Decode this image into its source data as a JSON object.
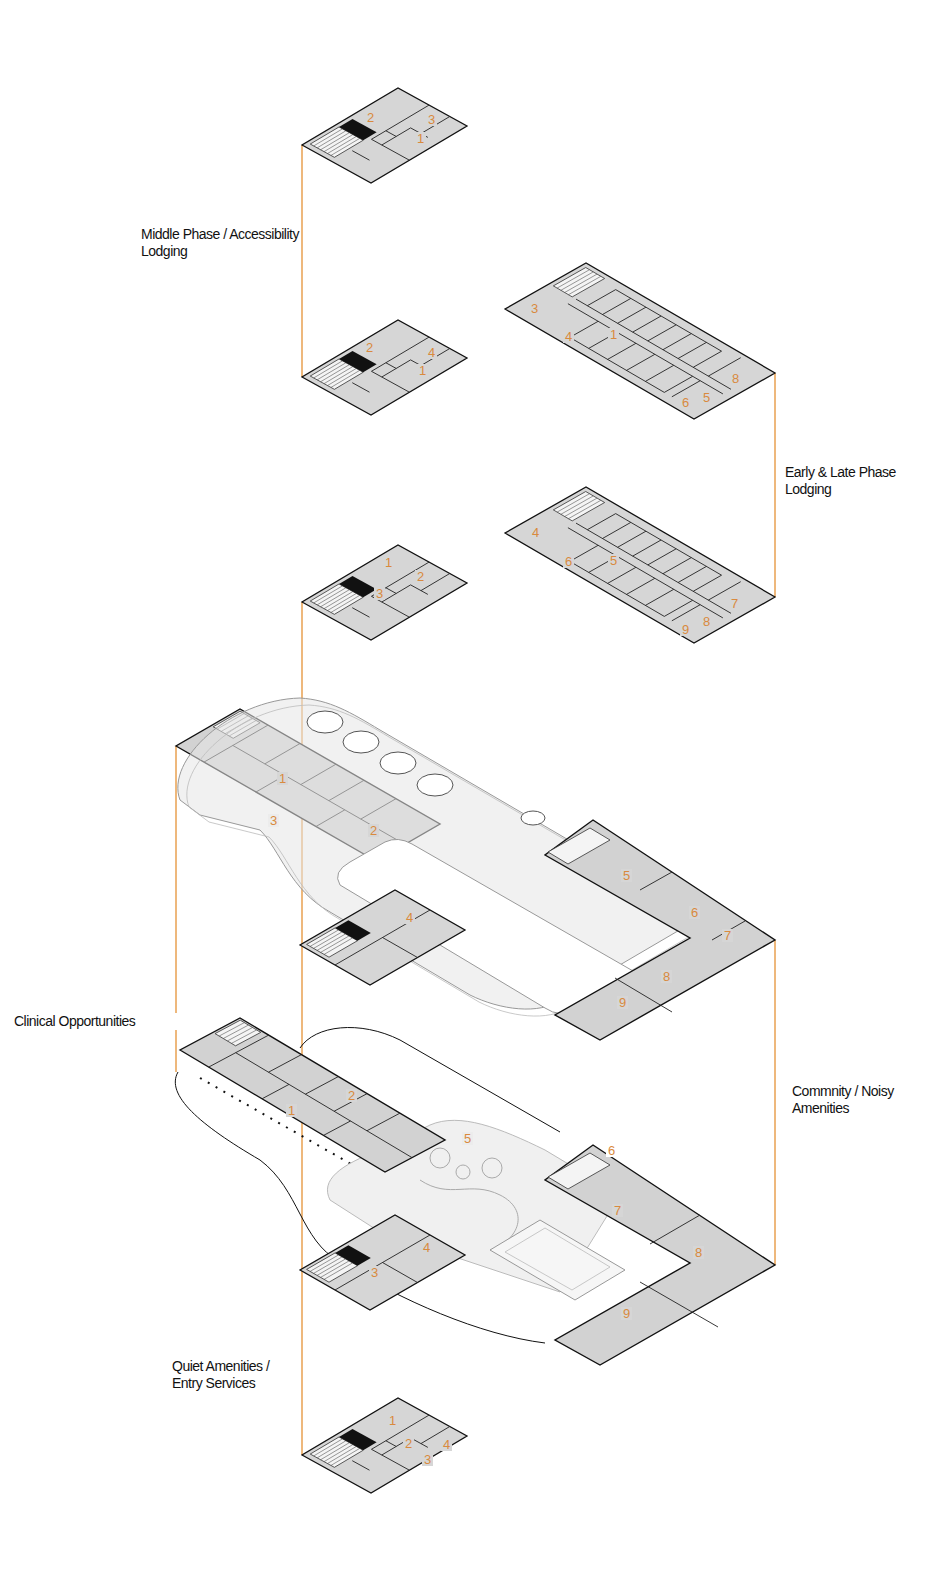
{
  "diagram": {
    "labels": [
      "Middle Phase / Accessibility Lodging",
      "2",
      "3",
      "1",
      "2",
      "4",
      "1",
      "3",
      "4",
      "1",
      "8",
      "6",
      "5",
      "Early & Late Phase Lodging",
      "4",
      "6",
      "5",
      "7",
      "9",
      "8",
      "1",
      "2",
      "3",
      "1",
      "3",
      "2",
      "4",
      "5",
      "6",
      "7",
      "8",
      "9",
      "Clinical Opportunities",
      "2",
      "1",
      "5",
      "6",
      "Commnity / Noisy Amenities",
      "7",
      "4",
      "3",
      "8",
      "9",
      "Quiet Amenities / Entry Services",
      "1",
      "2",
      "4",
      "3"
    ]
  }
}
